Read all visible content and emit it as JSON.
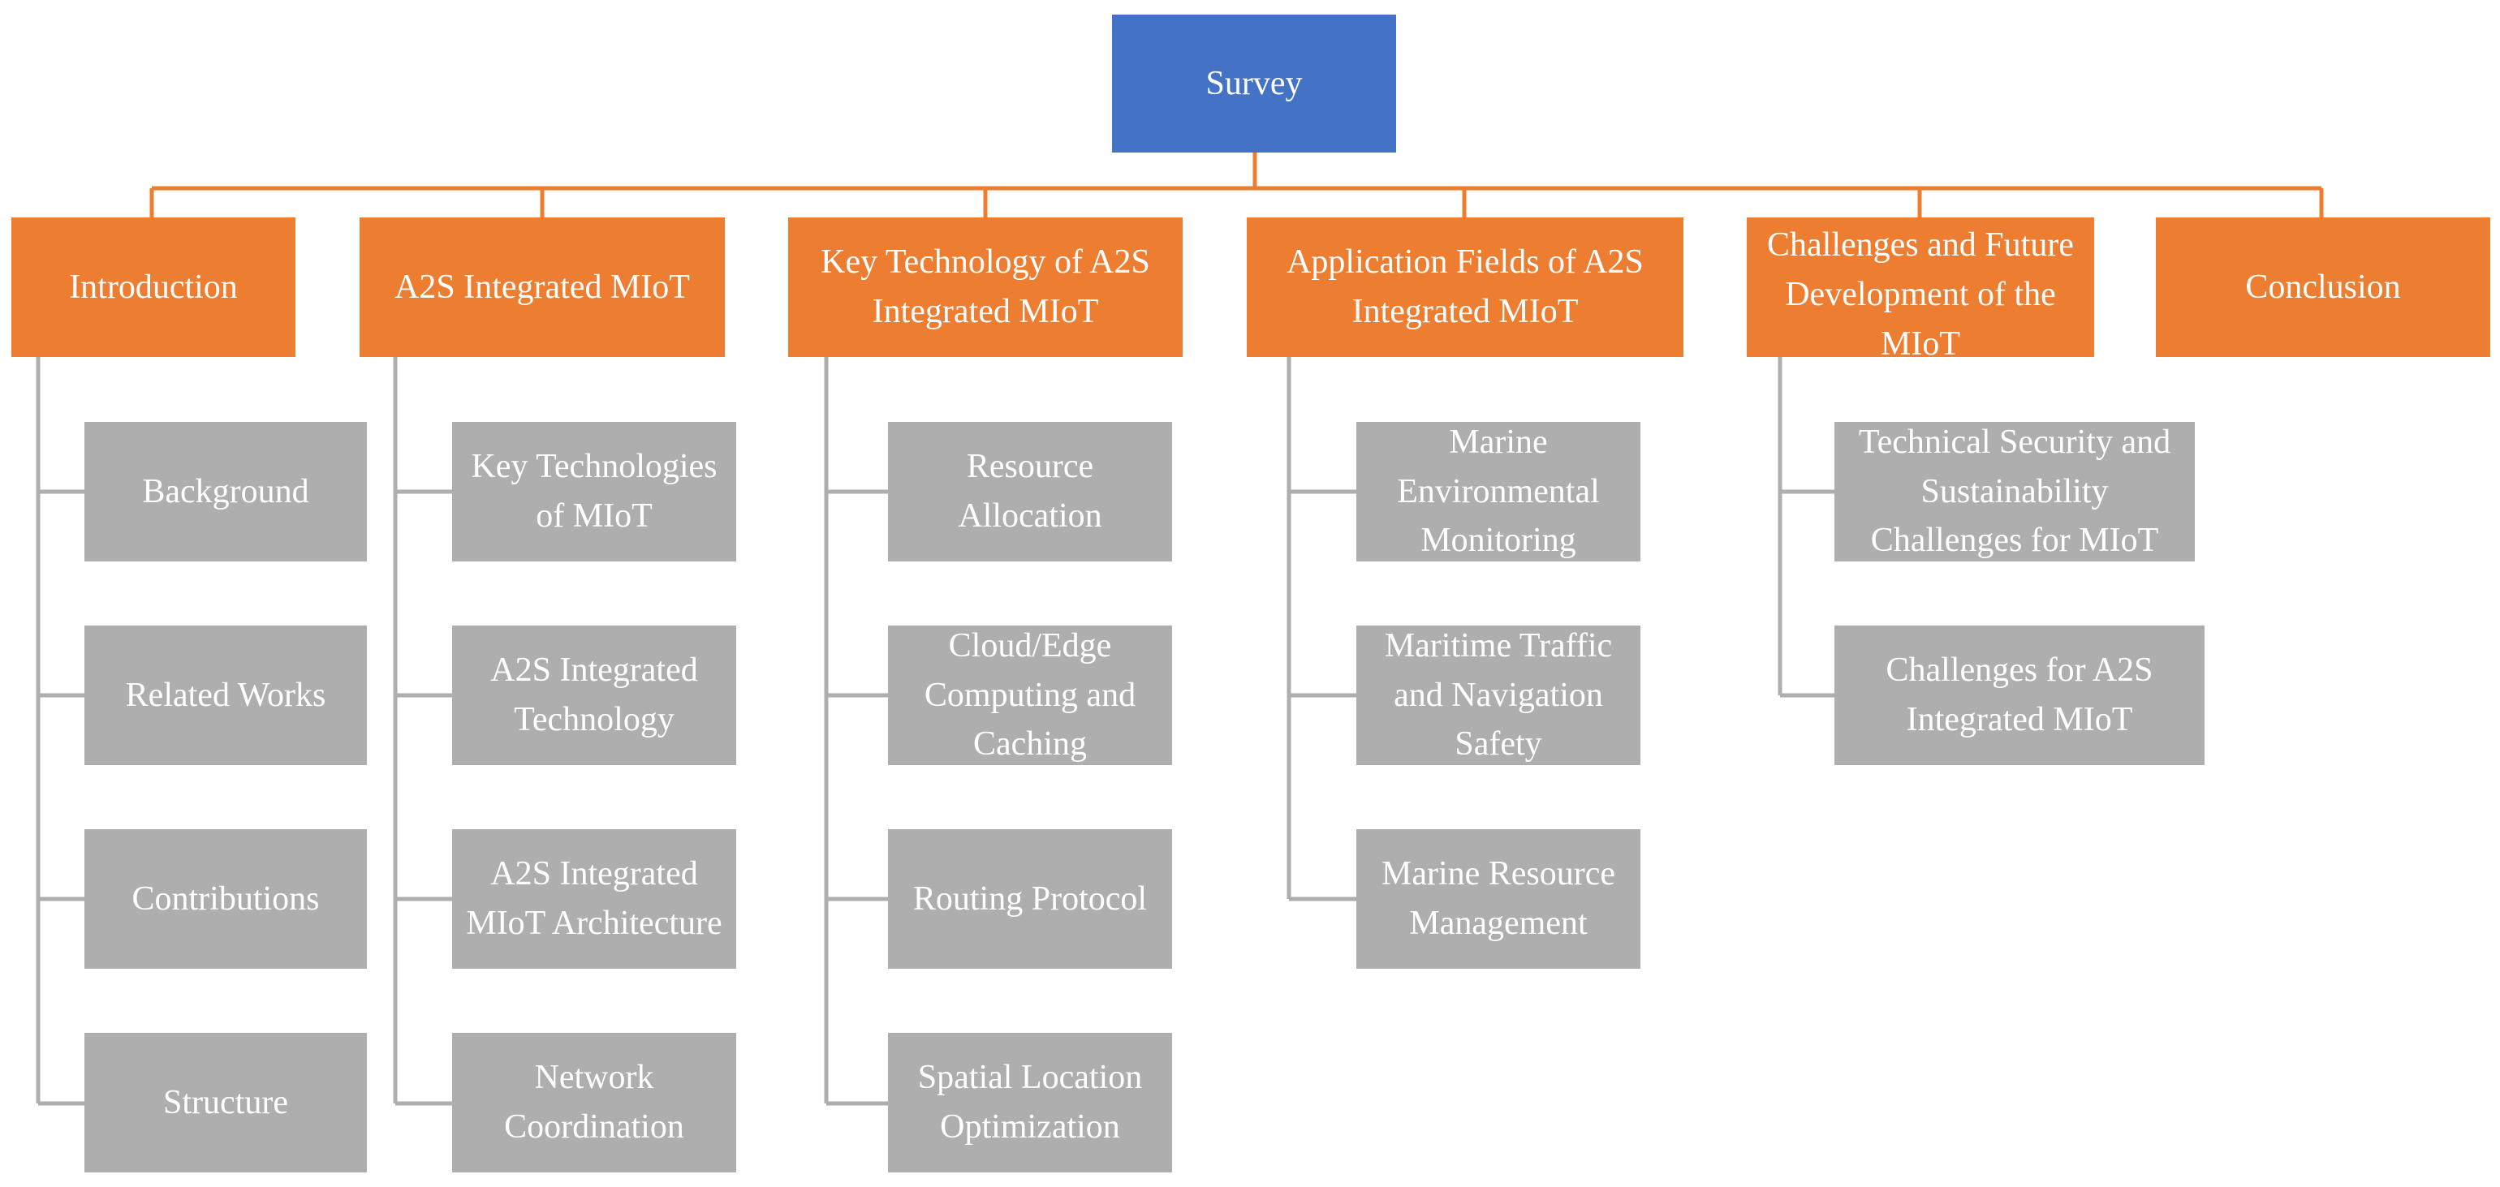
{
  "colors": {
    "root": "#4472C4",
    "section": "#ED7D31",
    "subsection": "#AEAEAE",
    "connector_main": "#ED7D31",
    "connector_sub": "#AEAEAE",
    "text": "#FFFFFF"
  },
  "root": {
    "label": "Survey"
  },
  "sections": [
    {
      "label": "Introduction",
      "children": [
        "Background",
        "Related Works",
        "Contributions",
        "Structure"
      ]
    },
    {
      "label": "A2S Integrated MIoT",
      "children": [
        "Key Technologies of MIoT",
        "A2S Integrated Technology",
        "A2S Integrated MIoT Architecture",
        "Network Coordination"
      ]
    },
    {
      "label": "Key Technology of A2S Integrated MIoT",
      "children": [
        "Resource Allocation",
        "Cloud/Edge Computing and Caching",
        "Routing Protocol",
        "Spatial Location Optimization"
      ]
    },
    {
      "label": "Application Fields of A2S Integrated MIoT",
      "children": [
        "Marine Environmental Monitoring",
        "Maritime Traffic and Navigation Safety",
        "Marine Resource Management"
      ]
    },
    {
      "label": "Challenges and Future Development of the MIoT",
      "children": [
        "Technical Security and Sustainability Challenges for MIoT",
        "Challenges for A2S Integrated MIoT"
      ]
    },
    {
      "label": "Conclusion",
      "children": []
    }
  ]
}
